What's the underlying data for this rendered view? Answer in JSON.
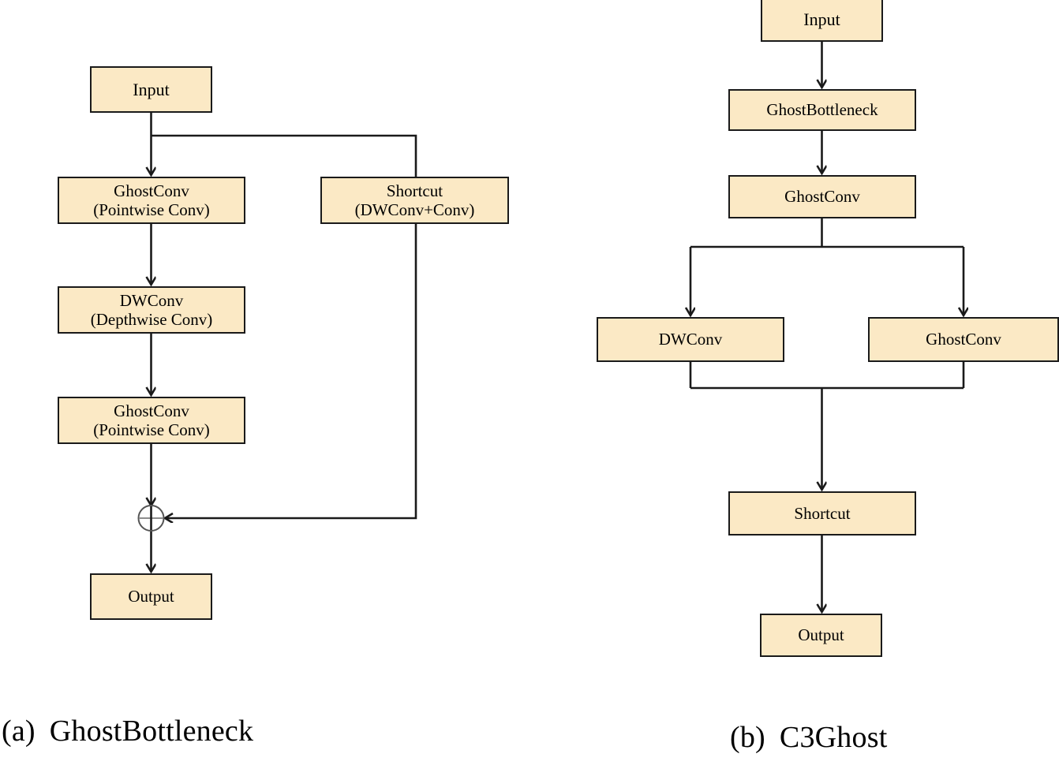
{
  "figure": {
    "background_color": "#ffffff",
    "node_fill_color": "#fbe9c5",
    "node_border_color": "#1a1a1a",
    "wire_color": "#1a1a1a"
  },
  "panel_a": {
    "caption_tag": "(a)",
    "caption_text": "GhostBottleneck",
    "nodes": {
      "input": {
        "line1": "Input"
      },
      "ghostconv_1": {
        "line1": "GhostConv",
        "line2": "(Pointwise Conv)"
      },
      "shortcut": {
        "line1": "Shortcut",
        "line2": "(DWConv+Conv)"
      },
      "dwconv": {
        "line1": "DWConv",
        "line2": "(Depthwise Conv)"
      },
      "ghostconv_2": {
        "line1": "GhostConv",
        "line2": "(Pointwise Conv)"
      },
      "output": {
        "line1": "Output"
      }
    },
    "add_node": {
      "symbol": "+",
      "name": "element-wise addition"
    }
  },
  "panel_b": {
    "caption_tag": "(b)",
    "caption_text": "C3Ghost",
    "nodes": {
      "input": {
        "line1": "Input"
      },
      "ghostbottleneck": {
        "line1": "GhostBottleneck"
      },
      "ghostconv_top": {
        "line1": "GhostConv"
      },
      "dwconv": {
        "line1": "DWConv"
      },
      "ghostconv_right": {
        "line1": "GhostConv"
      },
      "shortcut": {
        "line1": "Shortcut"
      },
      "output": {
        "line1": "Output"
      }
    }
  }
}
